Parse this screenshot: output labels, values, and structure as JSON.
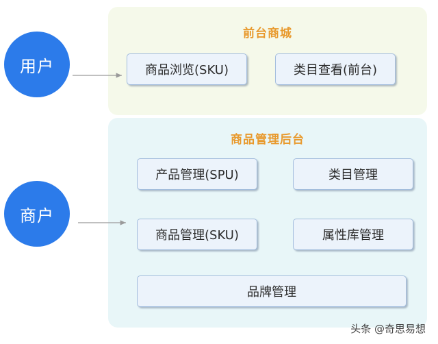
{
  "actors": {
    "user": "用户",
    "merchant": "商户"
  },
  "frontend": {
    "title": "前台商城",
    "items": [
      "商品浏览(SKU)",
      "类目查看(前台)"
    ]
  },
  "backend": {
    "title": "商品管理后台",
    "items": [
      "产品管理(SPU)",
      "类目管理",
      "商品管理(SKU)",
      "属性库管理",
      "品牌管理"
    ]
  },
  "watermark": "头条 @奇思易想",
  "colors": {
    "actor": "#2c7bea",
    "title": "#e8992c",
    "front_panel": "#f5f9ea",
    "back_panel": "#e8f6f8",
    "box_fill": "#ecf3fb",
    "box_border": "#a3bddd"
  }
}
